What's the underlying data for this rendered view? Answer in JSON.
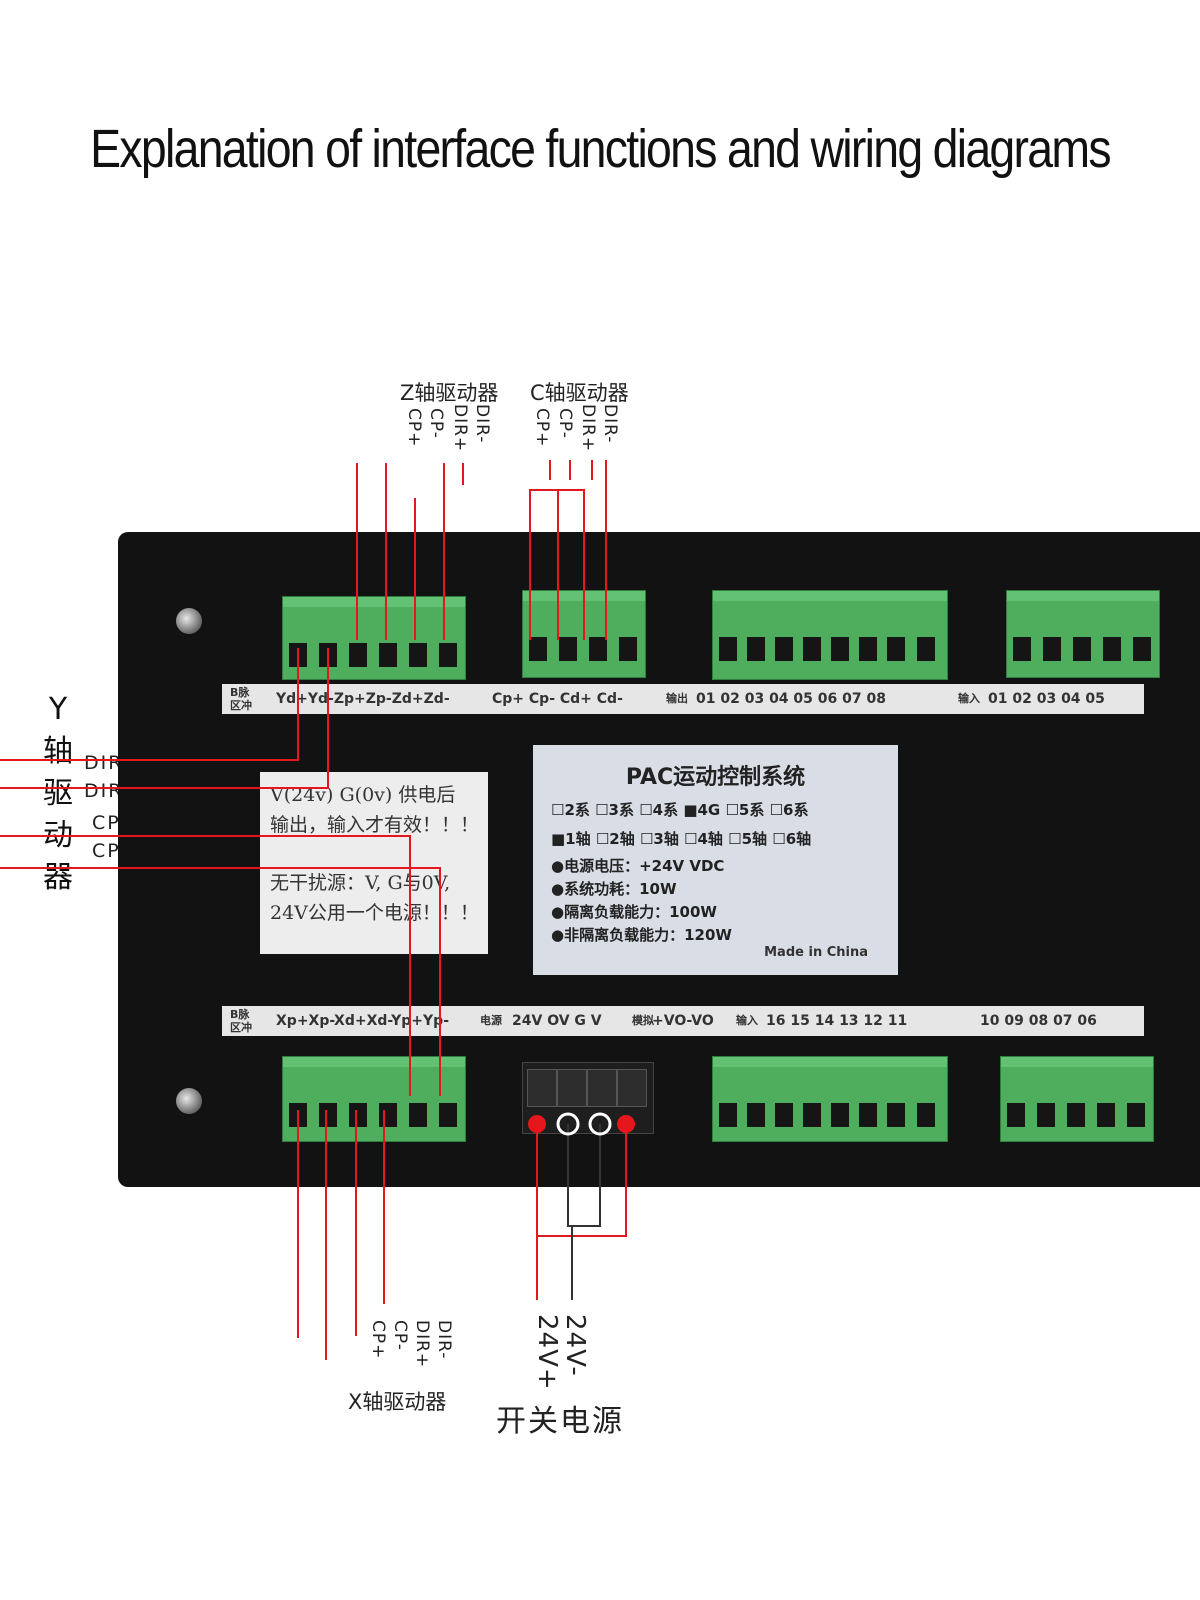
{
  "title": "Explanation of interface functions and wiring diagrams",
  "top_labels": {
    "z_driver": "Z轴驱动器",
    "c_driver": "C轴驱动器",
    "z_pins": [
      "CP+",
      "CP-",
      "DIR+",
      "DIR-"
    ],
    "c_pins": [
      "CP+",
      "CP-",
      "DIR+",
      "DIR-"
    ]
  },
  "y_driver": {
    "chars": [
      "Y",
      "轴",
      "驱",
      "动",
      "器"
    ],
    "pins": [
      "DIR+",
      "DIR-",
      "CP-",
      "CP+"
    ]
  },
  "bottom_labels": {
    "x_driver": "X轴驱动器",
    "x_pins": [
      "CP+",
      "CP-",
      "DIR+",
      "DIR-"
    ],
    "power_pins": [
      "24V-",
      "24V+"
    ],
    "power_supply": "开关电源"
  },
  "top_strip": {
    "prefix": "B脉\n区冲",
    "group1": "Yd+Yd-Zp+Zp-Zd+Zd-",
    "group2": "Cp+ Cp- Cd+ Cd-",
    "out_label": "输出",
    "outputs": "01  02  03  04  05  06  07  08",
    "in_label": "输入",
    "inputs": "01  02  03  04  05"
  },
  "bottom_strip": {
    "prefix": "B脉\n区冲",
    "group1": "Xp+Xp-Xd+Xd-Yp+Yp-",
    "power_label": "电源",
    "power": "24V OV  G  V",
    "analog_label": "模拟",
    "analog": "+VO-VO",
    "in_label": "输入",
    "inputs1": "16  15  14  13  12  11",
    "inputs2": "10  09  08  07  06"
  },
  "note": {
    "lines": [
      "V(24v) G(0v) 供电后",
      "输出，输入才有效！！！",
      "无干扰源：V, G与0V,",
      "24V公用一个电源！！！"
    ]
  },
  "plate": {
    "title": "PAC运动控制系统",
    "series_row": "☐2系 ☐3系 ☐4系 ■4G ☐5系 ☐6系",
    "axis_row": "■1轴 ☐2轴 ☐3轴 ☐4轴 ☐5轴 ☐6轴",
    "specs": [
      "●电源电压：+24V VDC",
      "●系统功耗：10W",
      "●隔离负载能力：100W",
      "●非隔离负载能力：120W"
    ],
    "made": "Made in China"
  },
  "colors": {
    "wire_red": "#e5161c",
    "wire_black": "#333333",
    "terminal_green": "#4fae5e",
    "body": "#121212"
  }
}
